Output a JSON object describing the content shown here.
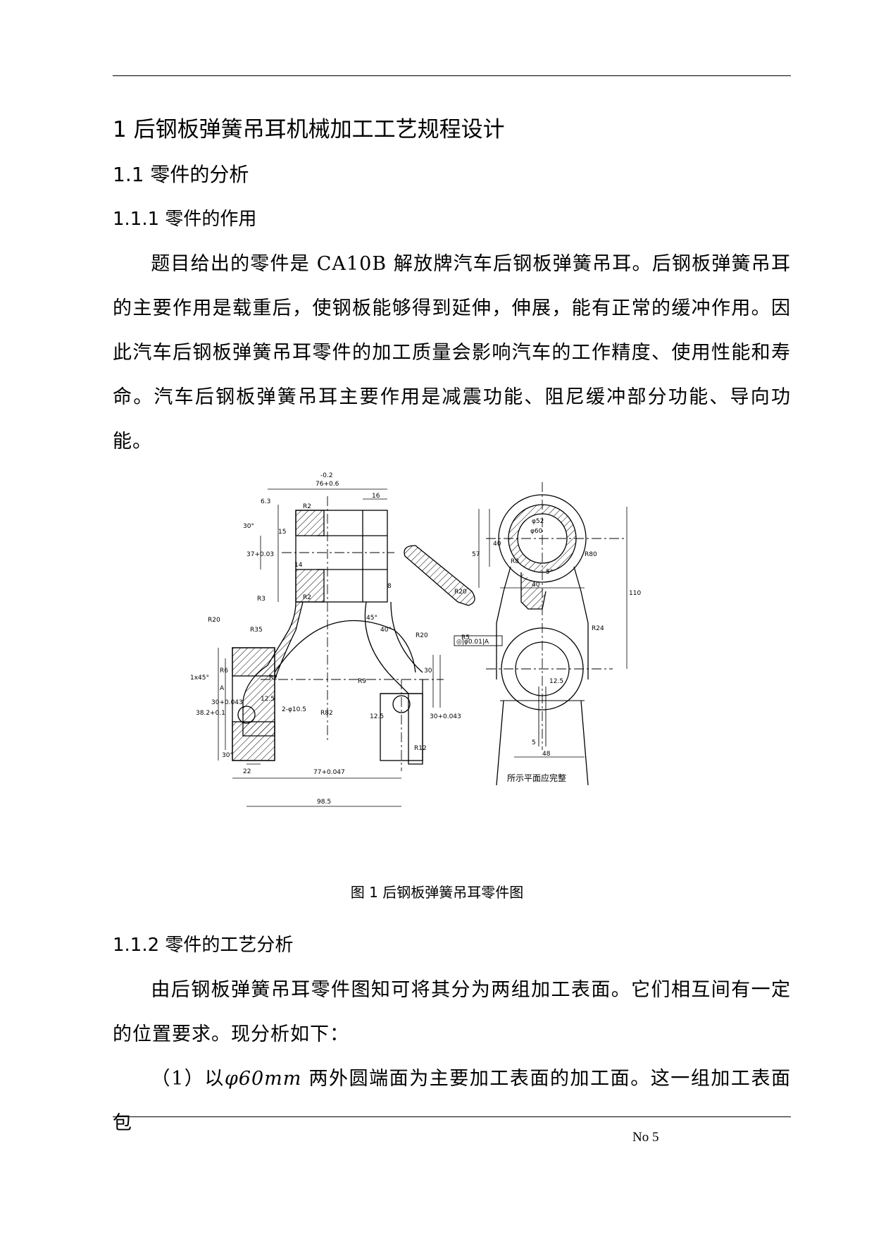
{
  "heading1": "1  后钢板弹簧吊耳机械加工工艺规程设计",
  "heading2": "1.1 零件的分析",
  "section_111": "1.1.1 零件的作用",
  "para1": "题目给出的零件是 CA10B 解放牌汽车后钢板弹簧吊耳。后钢板弹簧吊耳的主要作用是载重后，使钢板能够得到延伸，伸展，能有正常的缓冲作用。因此汽车后钢板弹簧吊耳零件的加工质量会影响汽车的工作精度、使用性能和寿命。汽车后钢板弹簧吊耳主要作用是减震功能、阻尼缓冲部分功能、导向功能。",
  "figure": {
    "caption": "图 1  后钢板弹簧吊耳零件图",
    "labels": {
      "tol_top": "-0.2",
      "dim_76": "76+0.6",
      "dim_16": "16",
      "r2_top": "R2",
      "ra_a": "6.3",
      "angle_30": "30°",
      "dim_15": "15",
      "dim_37": "37+0.03",
      "dim_14": "14",
      "r3": "R3",
      "r2_mid": "R2",
      "r20_left": "R20",
      "r35": "R35",
      "angle_45": "45°",
      "angle_40": "40°",
      "r20_mid": "R20",
      "r20_section": "R20",
      "r5": "R5",
      "dim_8": "8",
      "chamfer": "1x45°",
      "r6": "R6",
      "r2_low": "R2",
      "r82": "R82",
      "r9": "R9",
      "datum_a": "A",
      "tolerance_frame": "◎|φ0.01|A",
      "dim_382": "38.2+0.1",
      "dim_30_left": "30+0.043",
      "dim_30_right": "30+0.043",
      "dim_30_v": "30",
      "hole_note": "2-φ10.5",
      "ra_125": "12.5",
      "ra_b": "12.5",
      "r12": "R12",
      "dim_77": "77+0.047",
      "dim_22": "22",
      "dim_985": "98.5",
      "angle_30b": "30°",
      "dia_52": "φ52",
      "dia_60": "φ60",
      "dim_40_v": "40",
      "dim_57": "57",
      "r8": "R8",
      "r80": "R80",
      "angle_5": "5°",
      "dim_40_h": "40",
      "dim_110": "110",
      "r24": "R24",
      "ra_c": "12.5",
      "dim_5": "5",
      "dim_48": "48",
      "note_plane": "所示平面应完整"
    }
  },
  "section_112": "1.1.2 零件的工艺分析",
  "para2": "由后钢板弹簧吊耳零件图知可将其分为两组加工表面。它们相互间有一定的位置要求。现分析如下：",
  "para3_prefix": "（1）以",
  "para3_phi": "φ60mm",
  "para3_rest": " 两外圆端面为主要加工表面的加工面。这一组加工表面包",
  "page_number": "No 5"
}
